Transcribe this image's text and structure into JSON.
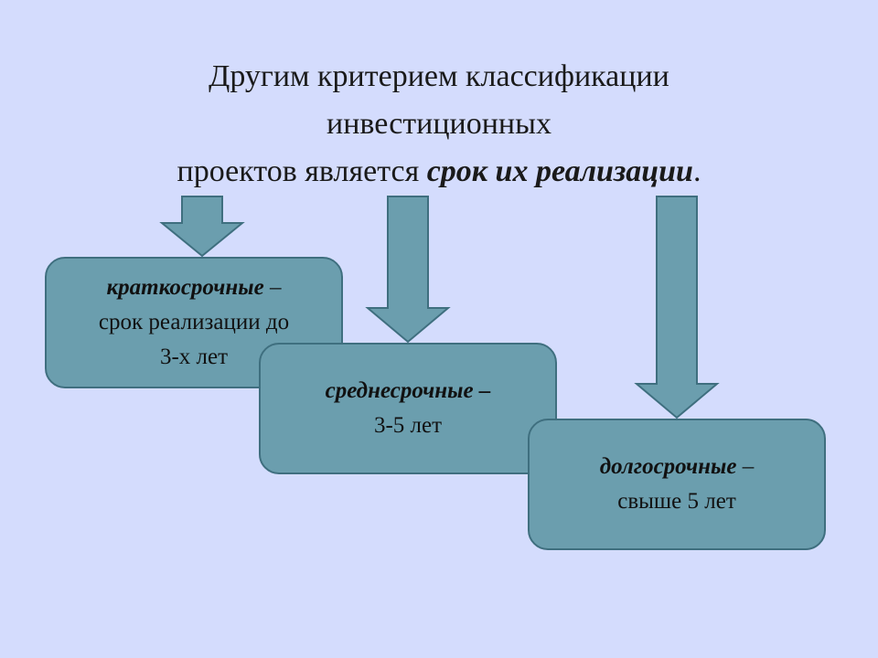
{
  "title": {
    "line1": "Другим критерием классификации",
    "line2": "инвестиционных",
    "line3_prefix": "проектов является ",
    "line3_emphasis": "срок их реализации",
    "line3_suffix": "."
  },
  "categories": [
    {
      "term": "краткосрочные",
      "dash": " –",
      "desc_line1": "срок реализации до",
      "desc_line2": "3-х лет"
    },
    {
      "term": "среднесрочные –",
      "desc": "3-5 лет"
    },
    {
      "term": "долгосрочные",
      "dash": " –",
      "desc": "свыше 5 лет"
    }
  ],
  "colors": {
    "background": "#d4dcfd",
    "box_fill": "#6b9eae",
    "box_border": "#3f6f7f",
    "arrow_fill": "#6b9eae",
    "arrow_border": "#3f6f7f"
  },
  "icons": [
    "down-arrow-icon",
    "down-arrow-icon",
    "down-arrow-icon"
  ]
}
